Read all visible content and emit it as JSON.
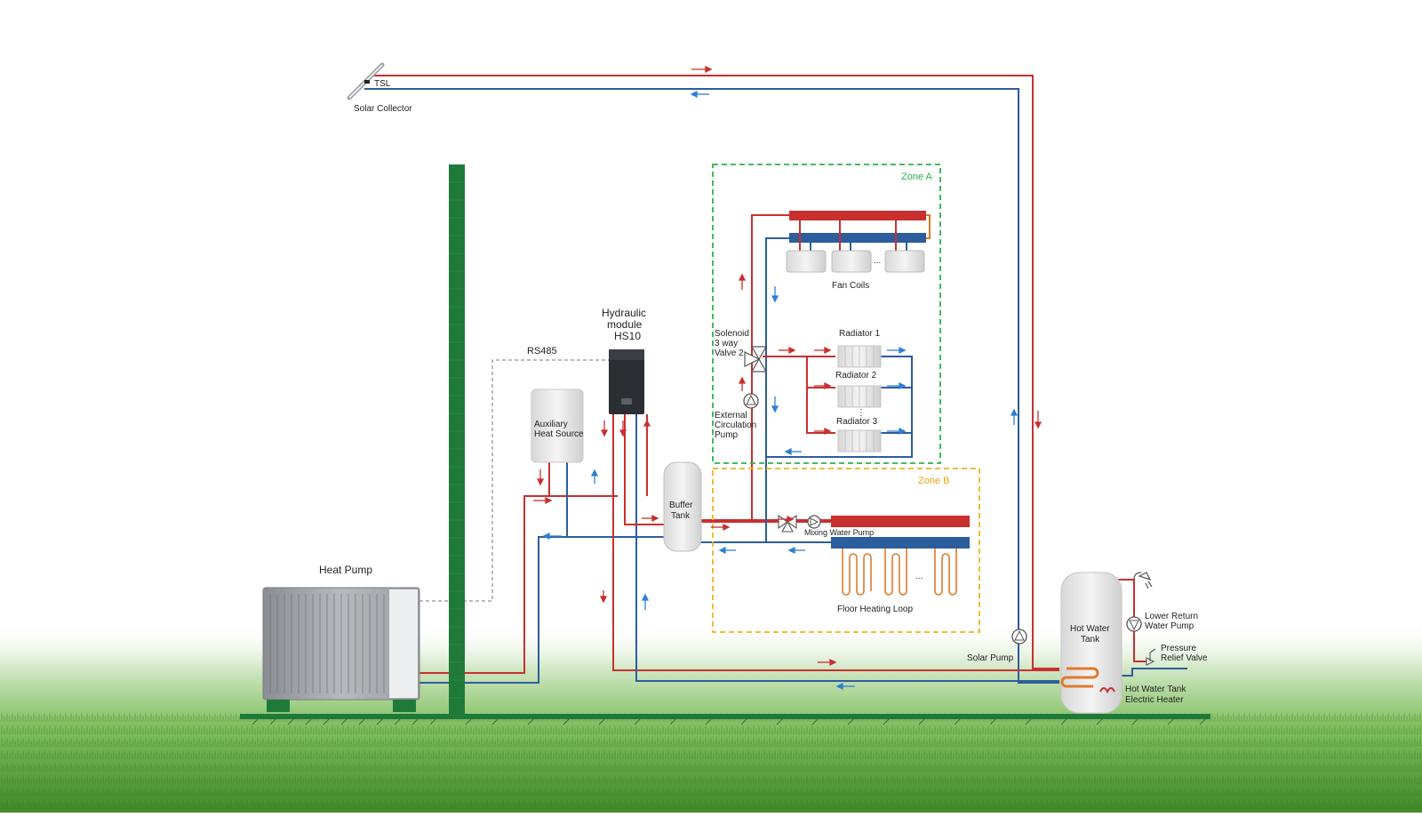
{
  "colors": {
    "hot": "#c8302f",
    "cold": "#2c5d9c",
    "blue_flow": "#2f7fd1",
    "wall": "#1f7a3a",
    "zone_a": "#2bb34a",
    "zone_b": "#f0b323",
    "grass": "#3f8a2a"
  },
  "labels": {
    "tsl": "TSL",
    "solar_collector": "Solar Collector",
    "heat_pump": "Heat Pump",
    "rs485": "RS485",
    "hydraulic_l1": "Hydraulic",
    "hydraulic_l2": "module",
    "hydraulic_l3": "HS10",
    "aux_l1": "Auxiliary",
    "aux_l2": "Heat Source",
    "buffer_l1": "Buffer",
    "buffer_l2": "Tank",
    "zone_a": "Zone A",
    "zone_b": "Zone B",
    "fan_coils": "Fan Coils",
    "ellipsis": "...",
    "vertical_ellipsis": "⋮",
    "radiator_1": "Radiator 1",
    "radiator_2": "Radiator 2",
    "radiator_3": "Radiator 3",
    "solenoid_l1": "Solenoid",
    "solenoid_l2": "3 way",
    "solenoid_l3": "Valve 2",
    "ext_pump_l1": "External",
    "ext_pump_l2": "Circulation",
    "ext_pump_l3": "Pump",
    "mixing_pump": "Mixing Water Pump",
    "floor_loop": "Floor Heating Loop",
    "hot_water_l1": "Hot Water",
    "hot_water_l2": "Tank",
    "solar_pump": "Solar Pump",
    "lower_return_l1": "Lower Return",
    "lower_return_l2": "Water Pump",
    "relief_l1": "Pressure",
    "relief_l2": "Relief Valve",
    "tank_heater_l1": "Hot Water Tank",
    "tank_heater_l2": "Electric Heater"
  },
  "icons": {
    "pump": "pump-icon",
    "valve": "three-way-valve-icon",
    "shower": "shower-icon",
    "relief": "relief-valve-icon",
    "heater": "electric-heater-icon",
    "coil": "heat-exchanger-coil-icon"
  }
}
